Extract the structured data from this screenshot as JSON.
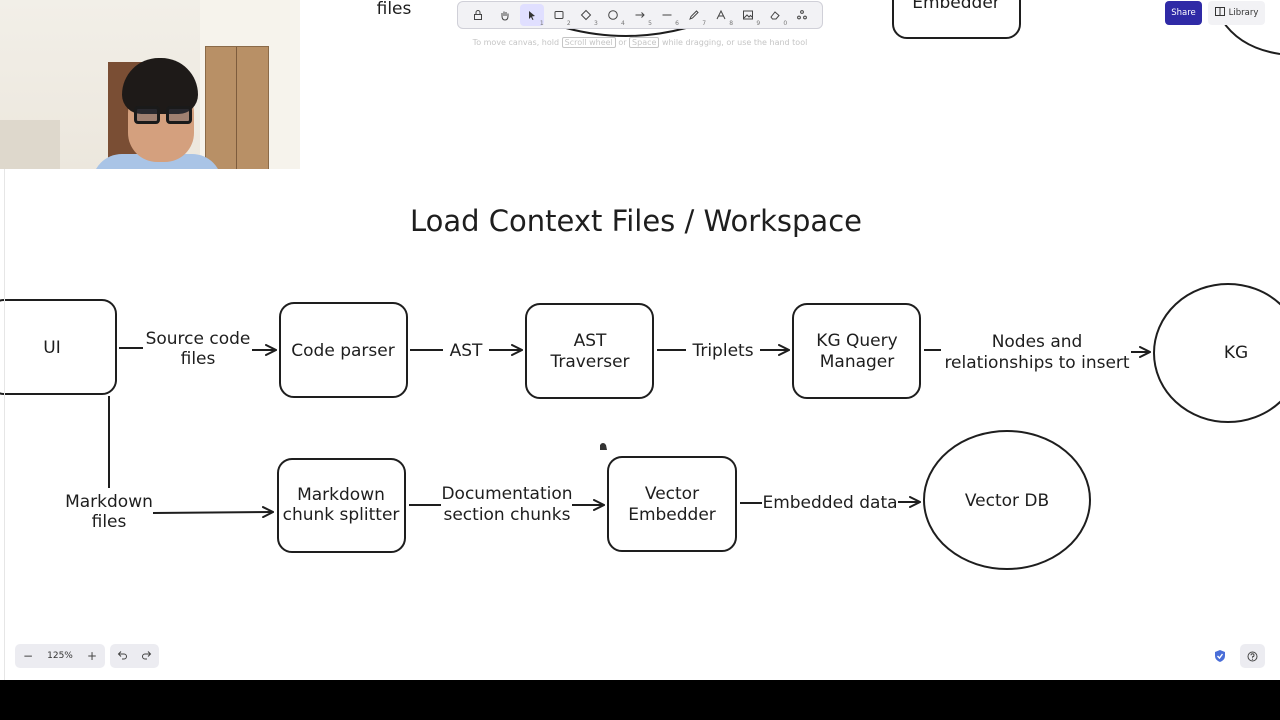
{
  "toolbar": {
    "tools": [
      {
        "name": "lock",
        "key": ""
      },
      {
        "name": "hand",
        "key": ""
      },
      {
        "name": "selection",
        "key": "1"
      },
      {
        "name": "rectangle",
        "key": "2"
      },
      {
        "name": "diamond",
        "key": "3"
      },
      {
        "name": "ellipse",
        "key": "4"
      },
      {
        "name": "arrow",
        "key": "5"
      },
      {
        "name": "line",
        "key": "6"
      },
      {
        "name": "draw",
        "key": "7"
      },
      {
        "name": "text",
        "key": "8"
      },
      {
        "name": "image",
        "key": "9"
      },
      {
        "name": "eraser",
        "key": "0"
      },
      {
        "name": "more-tools",
        "key": ""
      }
    ],
    "hint_prefix": "To move canvas, hold",
    "hint_key1": "Scroll wheel",
    "hint_or": "or",
    "hint_key2": "Space",
    "hint_suffix": "while dragging, or use the hand tool"
  },
  "header": {
    "share_label": "Share",
    "library_label": "Library"
  },
  "footer": {
    "zoom_level": "125%",
    "zoom_out_label": "−",
    "zoom_in_label": "+"
  },
  "diagram": {
    "partial_top": {
      "files_text": "files",
      "embedder_text": "Embedder"
    },
    "title": "Load Context Files / Workspace",
    "nodes": {
      "ui": "UI",
      "code_parser": "Code parser",
      "ast_traverser_line1": "AST",
      "ast_traverser_line2": "Traverser",
      "kg_query_line1": "KG Query",
      "kg_query_line2": "Manager",
      "kg": "KG",
      "md_splitter_line1": "Markdown",
      "md_splitter_line2": "chunk splitter",
      "vector_embedder_line1": "Vector",
      "vector_embedder_line2": "Embedder",
      "vector_db": "Vector DB"
    },
    "edges": {
      "source_code_line1": "Source code",
      "source_code_line2": "files",
      "ast": "AST",
      "triplets": "Triplets",
      "nodes_rel_line1": "Nodes and",
      "nodes_rel_line2": "relationships to insert",
      "markdown_line1": "Markdown",
      "markdown_line2": "files",
      "doc_chunks_line1": "Documentation",
      "doc_chunks_line2": "section chunks",
      "embedded_data": "Embedded data"
    }
  },
  "colors": {
    "stroke": "#1e1e1e",
    "share_bg": "#2f2aa6",
    "toolbar_bg": "#f2f2f5",
    "active_tool": "#e0dfff"
  }
}
